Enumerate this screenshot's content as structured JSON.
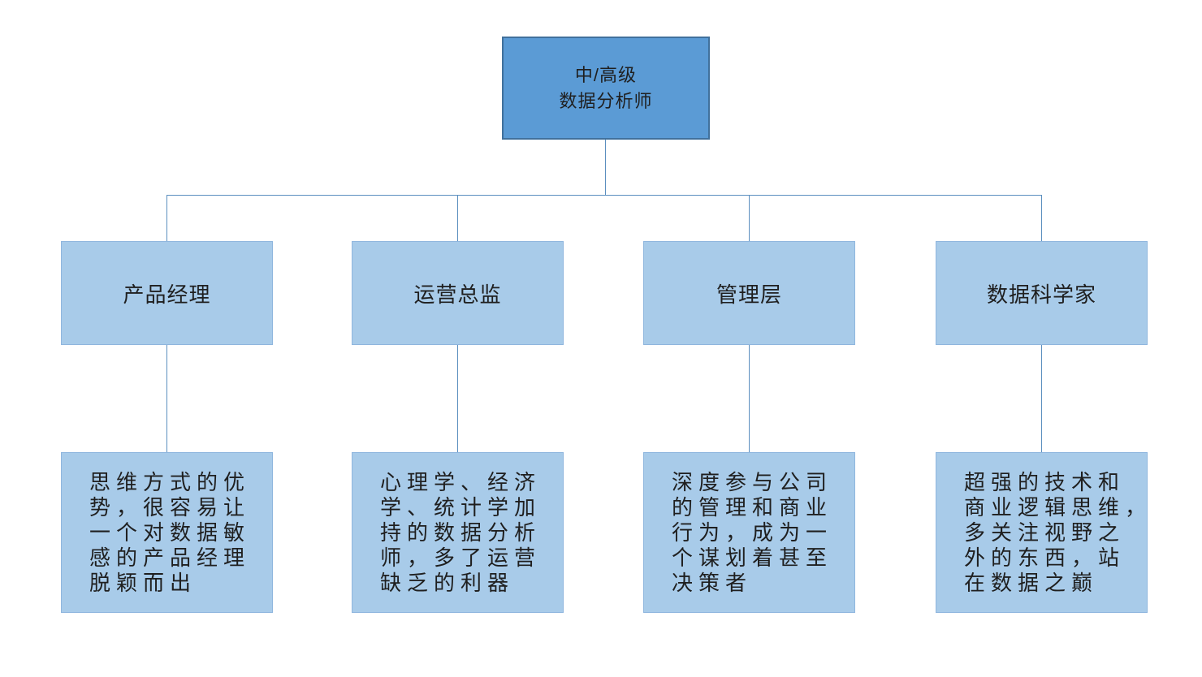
{
  "diagram": {
    "root": {
      "label": "中/高级\n数据分析师"
    },
    "branches": [
      {
        "title": "产品经理",
        "description": "思维方式的优\n势，很容易让\n一个对数据敏\n感的产品经理\n脱颖而出"
      },
      {
        "title": "运营总监",
        "description": "心理学、经济\n学、统计学加\n持的数据分析\n师，多了运营\n缺乏的利器"
      },
      {
        "title": "管理层",
        "description": "深度参与公司\n的管理和商业\n行为，成为一\n个谋划着甚至\n决策者"
      },
      {
        "title": "数据科学家",
        "description": "超强的技术和\n商业逻辑思维，\n多关注视野之\n外的东西，站\n在数据之巅"
      }
    ],
    "colors": {
      "root_fill": "#5B9BD5",
      "root_border": "#41719C",
      "child_fill": "#A8CBE9",
      "child_border": "#8FB6DE",
      "connector": "#5B8FBF",
      "text": "#1F1F1F"
    }
  }
}
